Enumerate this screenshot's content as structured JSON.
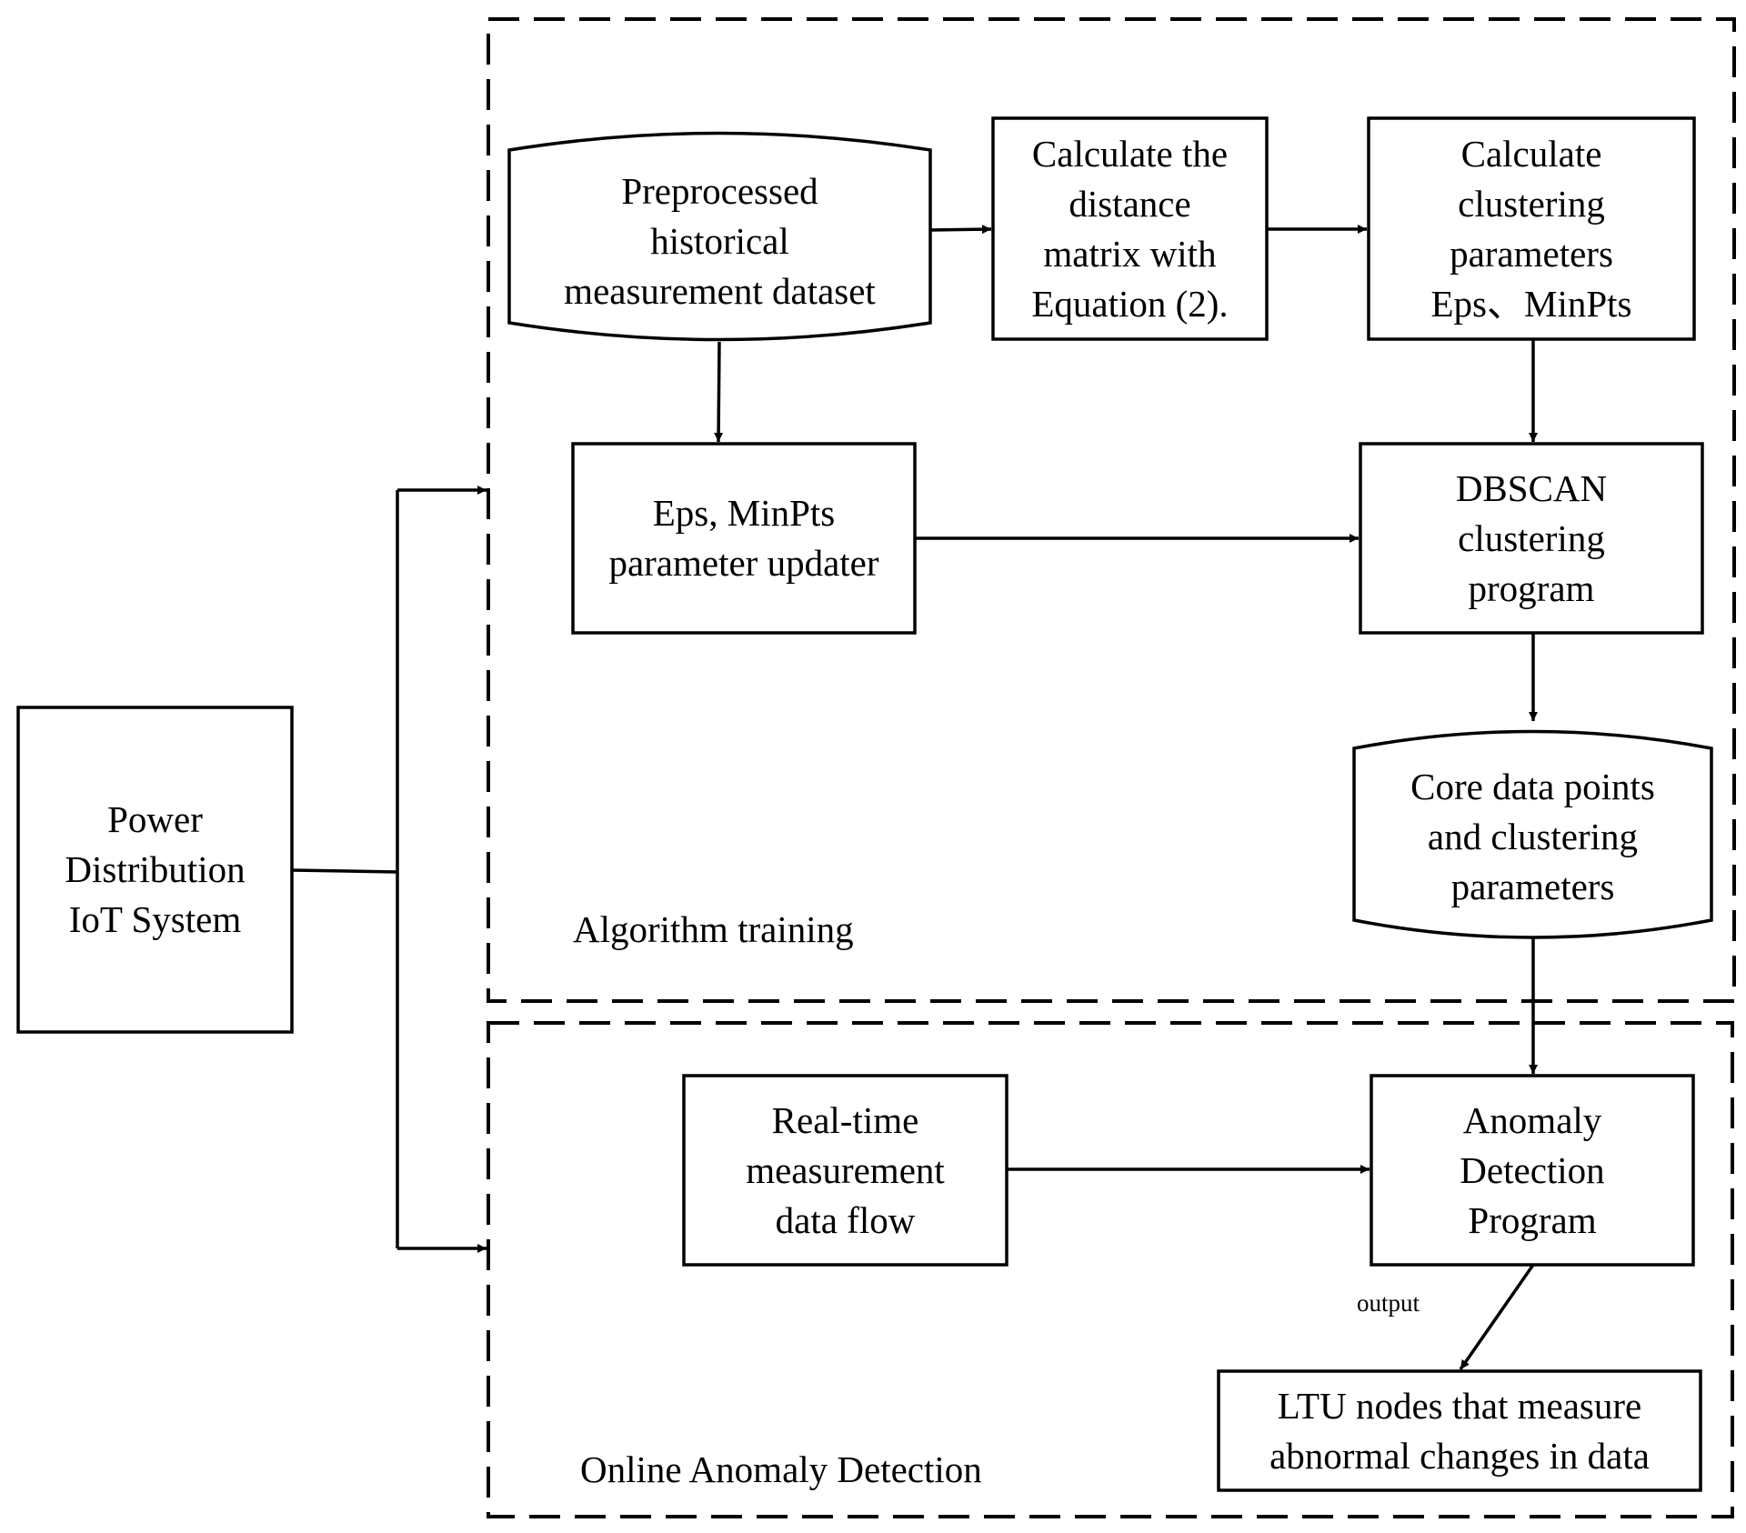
{
  "groups": {
    "training": "Algorithm training",
    "online": "Online Anomaly Detection"
  },
  "nodes": {
    "power": [
      "Power",
      "Distribution",
      "IoT System"
    ],
    "preprocessed": [
      "Preprocessed",
      "historical",
      "measurement dataset"
    ],
    "distance": [
      "Calculate the",
      "distance",
      "matrix with",
      "Equation (2)."
    ],
    "clusterparams": [
      "Calculate",
      "clustering",
      "parameters",
      "Eps、MinPts"
    ],
    "updater": [
      "Eps, MinPts",
      "parameter updater"
    ],
    "dbscan": [
      "DBSCAN",
      "clustering",
      "program"
    ],
    "core": [
      "Core data points",
      "and clustering",
      "parameters"
    ],
    "realtime": [
      "Real-time",
      "measurement",
      "data flow"
    ],
    "anomaly": [
      "Anomaly",
      "Detection",
      "Program"
    ],
    "ltu": [
      "LTU nodes that measure",
      "abnormal changes in data"
    ]
  },
  "edge_labels": {
    "output": "output"
  }
}
